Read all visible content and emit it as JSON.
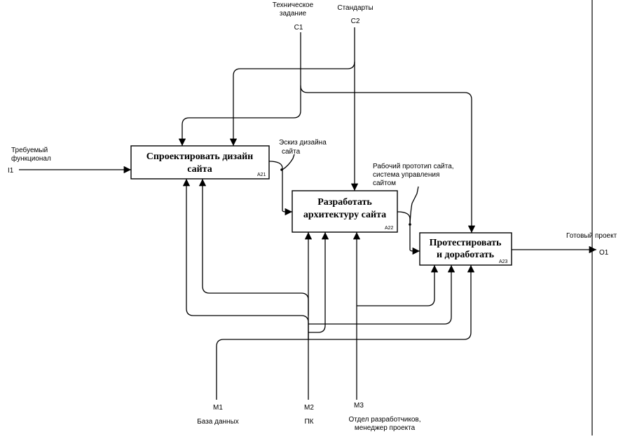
{
  "controls": [
    {
      "id": "C1",
      "label_lines": [
        "Техническое",
        "задание"
      ]
    },
    {
      "id": "C2",
      "label_lines": [
        "Стандарты"
      ]
    }
  ],
  "inputs": [
    {
      "id": "I1",
      "label_lines": [
        "Требуемый",
        "функционал"
      ]
    }
  ],
  "outputs": [
    {
      "id": "O1",
      "label_lines": [
        "Готовый проект"
      ]
    }
  ],
  "mechanisms": [
    {
      "id": "M1",
      "label_lines": [
        "База данных"
      ]
    },
    {
      "id": "M2",
      "label_lines": [
        "ПК"
      ]
    },
    {
      "id": "M3",
      "label_lines": [
        "Отдел разработчиков,",
        "менеджер проекта"
      ]
    }
  ],
  "activities": [
    {
      "id": "A21",
      "title_lines": [
        "Спроектировать дизайн",
        "сайта"
      ]
    },
    {
      "id": "A22",
      "title_lines": [
        "Разработать",
        "архитектуру сайта"
      ]
    },
    {
      "id": "A23",
      "title_lines": [
        "Протестировать",
        "и доработать"
      ]
    }
  ],
  "arrow_labels": {
    "sketch": [
      "Эскиз дизайна",
      "сайта"
    ],
    "prototype": [
      "Рабочий прототип сайта,",
      "система управления",
      "сайтом"
    ]
  }
}
